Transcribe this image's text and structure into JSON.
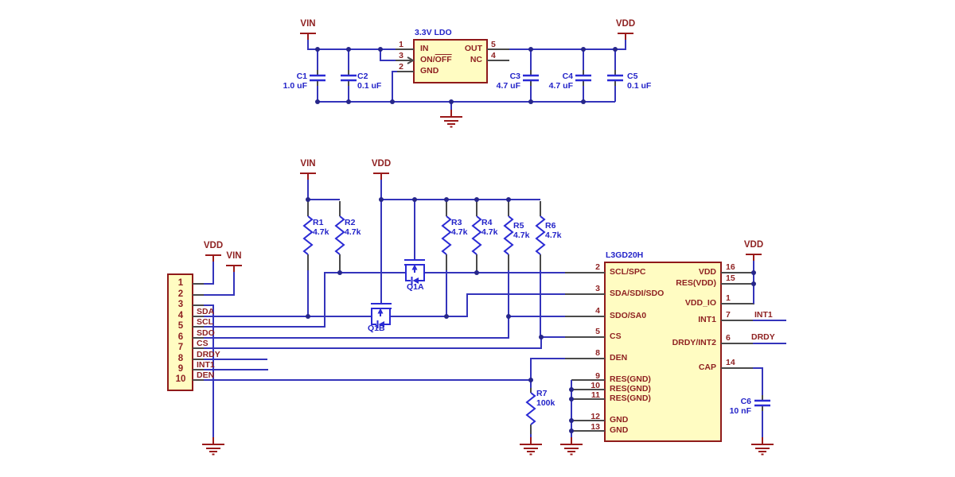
{
  "nets": {
    "vin": "VIN",
    "vdd": "VDD",
    "int1": "INT1",
    "drdy": "DRDY"
  },
  "ldo": {
    "title": "3.3V LDO",
    "num_in": "1",
    "num_onoff": "3",
    "num_gnd": "2",
    "num_out": "5",
    "num_nc": "4",
    "name_in": "IN",
    "name_onoff_prefix": "ON/",
    "name_onoff_overline": "OFF",
    "name_gnd": "GND",
    "name_out": "OUT",
    "name_nc": "NC"
  },
  "capacitors": {
    "c1": {
      "ref": "C1",
      "value": "1.0 uF"
    },
    "c2": {
      "ref": "C2",
      "value": "0.1 uF"
    },
    "c3": {
      "ref": "C3",
      "value": "4.7 uF"
    },
    "c4": {
      "ref": "C4",
      "value": "4.7 uF"
    },
    "c5": {
      "ref": "C5",
      "value": "0.1 uF"
    },
    "c6": {
      "ref": "C6",
      "value": "10 nF"
    }
  },
  "resistors": {
    "r1": {
      "ref": "R1",
      "value": "4.7k"
    },
    "r2": {
      "ref": "R2",
      "value": "4.7k"
    },
    "r3": {
      "ref": "R3",
      "value": "4.7k"
    },
    "r4": {
      "ref": "R4",
      "value": "4.7k"
    },
    "r5": {
      "ref": "R5",
      "value": "4.7k"
    },
    "r6": {
      "ref": "R6",
      "value": "4.7k"
    },
    "r7": {
      "ref": "R7",
      "value": "100k"
    }
  },
  "transistors": {
    "q1a": "Q1A",
    "q1b": "Q1B"
  },
  "connector": {
    "pin_numbers": [
      "1",
      "2",
      "3",
      "4",
      "5",
      "6",
      "7",
      "8",
      "9",
      "10"
    ],
    "net_labels": [
      "SDA",
      "SCL",
      "SDO",
      "CS",
      "DRDY",
      "INT1",
      "DEN"
    ]
  },
  "ic": {
    "title": "L3GD20H",
    "left_pins": [
      {
        "num": "2",
        "name": "SCL/SPC"
      },
      {
        "num": "3",
        "name": "SDA/SDI/SDO"
      },
      {
        "num": "4",
        "name": "SDO/SA0"
      },
      {
        "num": "5",
        "name": "CS"
      },
      {
        "num": "8",
        "name": "DEN"
      },
      {
        "num": "9",
        "name": "RES(GND)"
      },
      {
        "num": "10",
        "name": "RES(GND)"
      },
      {
        "num": "11",
        "name": "RES(GND)"
      },
      {
        "num": "12",
        "name": "GND"
      },
      {
        "num": "13",
        "name": "GND"
      }
    ],
    "right_pins": [
      {
        "num": "16",
        "name": "VDD"
      },
      {
        "num": "15",
        "name": "RES(VDD)"
      },
      {
        "num": "1",
        "name": "VDD_IO"
      },
      {
        "num": "7",
        "name": "INT1"
      },
      {
        "num": "6",
        "name": "DRDY/INT2"
      },
      {
        "num": "14",
        "name": "CAP"
      }
    ]
  },
  "colors": {
    "wire": "#3434bb",
    "component": "#2a2ad4",
    "pin_stub": "#4a4a4a",
    "box_fill": "#fffcc2",
    "box_border": "#8f1a1a",
    "text_red": "#8f2222",
    "text_blue": "#2323c8"
  }
}
